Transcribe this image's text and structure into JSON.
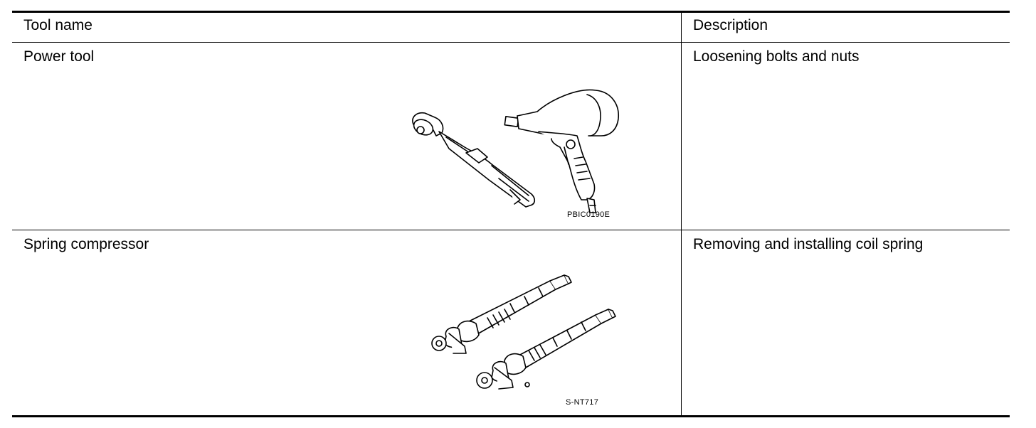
{
  "table": {
    "headers": [
      "Tool name",
      "Description"
    ],
    "rows": [
      {
        "tool": "Power tool",
        "description": "Loosening bolts and nuts",
        "figure_code": "PBIC0190E",
        "figure_icon": "power-tool-illustration"
      },
      {
        "tool": "Spring compressor",
        "description": "Removing and installing coil spring",
        "figure_code": "S-NT717",
        "figure_icon": "spring-compressor-illustration"
      }
    ]
  }
}
